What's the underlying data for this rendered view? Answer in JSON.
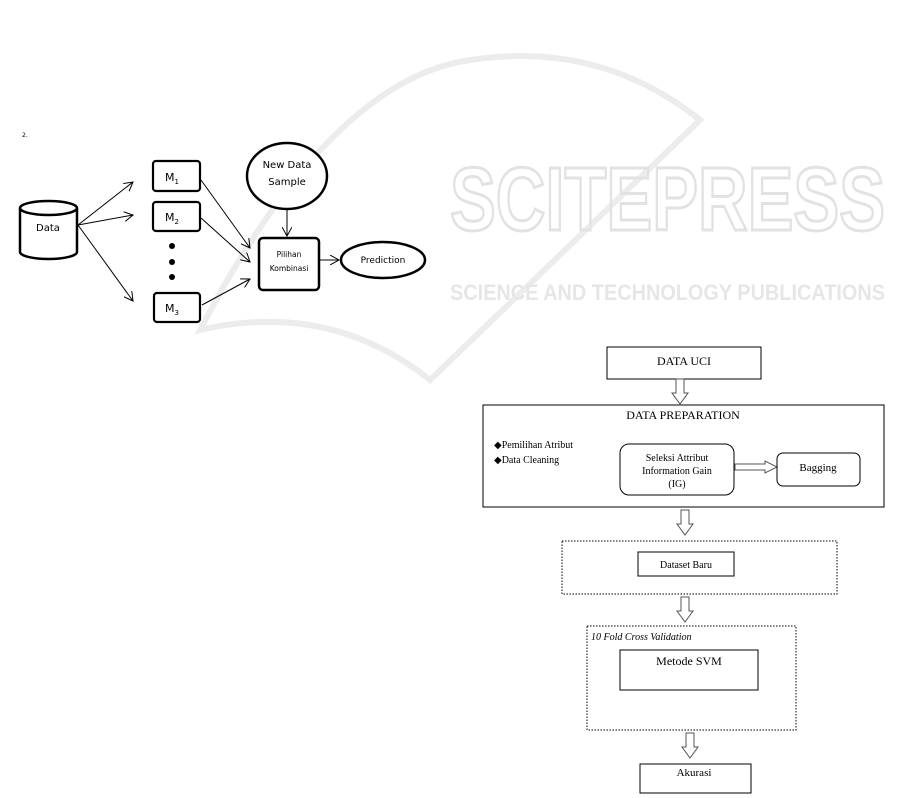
{
  "watermark": {
    "brand": "SCITEPRESS",
    "tagline": "SCIENCE AND TECHNOLOGY PUBLICATIONS"
  },
  "ensemble_diagram": {
    "figure_marker": "2.",
    "data": "Data",
    "models": [
      {
        "base": "M",
        "sub": "1"
      },
      {
        "base": "M",
        "sub": "2"
      },
      {
        "base": "M",
        "sub": "3"
      }
    ],
    "new_sample": [
      "New Data",
      "Sample"
    ],
    "combiner": [
      "Pilihan",
      "Kombinasi"
    ],
    "prediction": "Prediction"
  },
  "flow_diagram": {
    "data_uci": "DATA UCI",
    "preparation_title": "DATA PREPARATION",
    "bullets": [
      "Pemilihan Atribut",
      "Data Cleaning"
    ],
    "ig_box": [
      "Seleksi Attribut",
      "Information Gain",
      "(IG)"
    ],
    "bagging": "Bagging",
    "dataset_baru": "Dataset Baru",
    "cv_label": "10 Fold Cross Validation",
    "svm": "Metode SVM",
    "akurasi": "Akurasi"
  }
}
